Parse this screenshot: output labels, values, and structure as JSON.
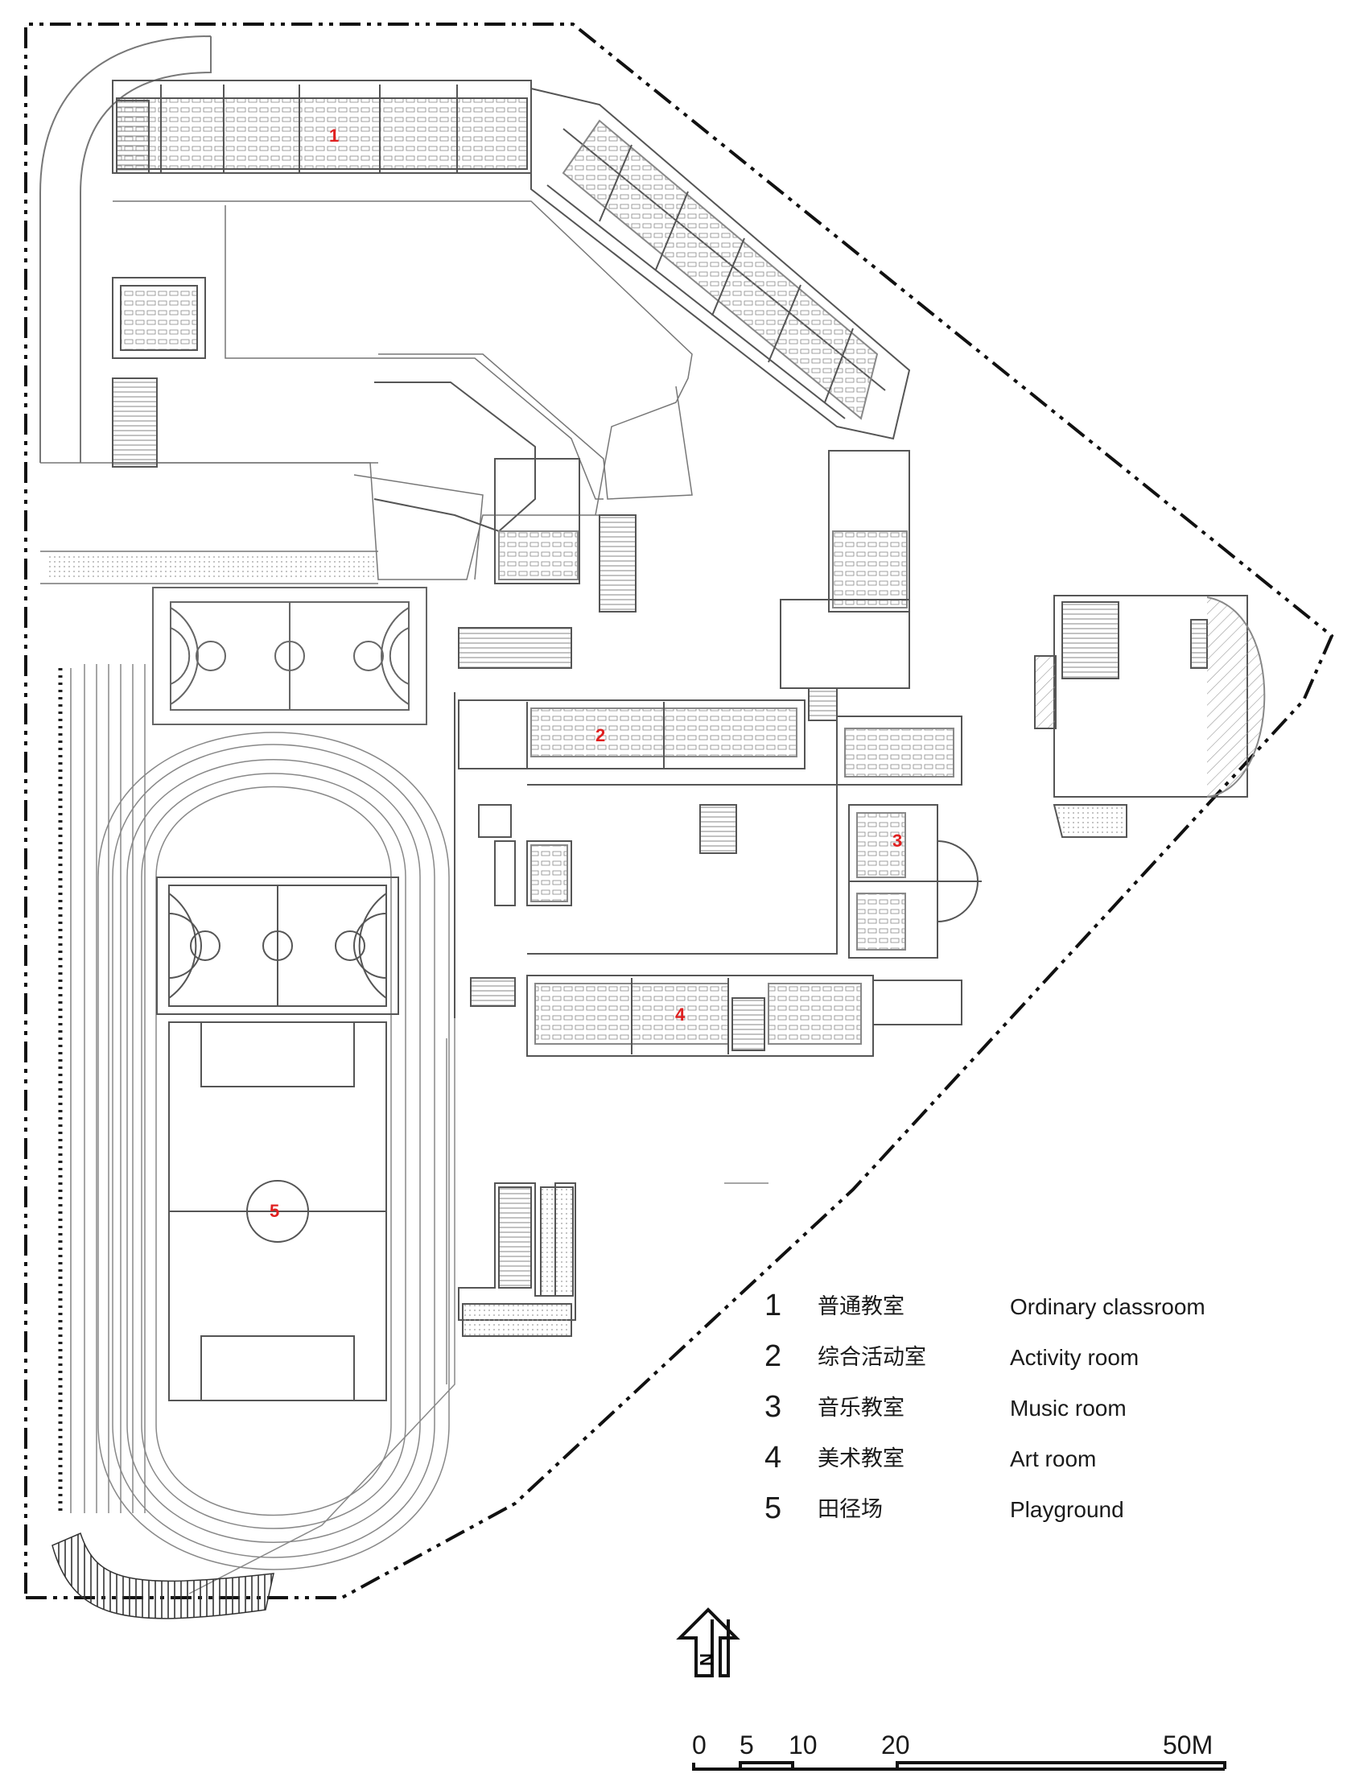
{
  "room_markers": [
    "1",
    "2",
    "3",
    "4",
    "5"
  ],
  "legend": [
    {
      "num": "1",
      "cn": "普通教室",
      "en": "Ordinary classroom"
    },
    {
      "num": "2",
      "cn": "综合活动室",
      "en": "Activity room"
    },
    {
      "num": "3",
      "cn": "音乐教室",
      "en": "Music room"
    },
    {
      "num": "4",
      "cn": "美术教室",
      "en": "Art room"
    },
    {
      "num": "5",
      "cn": "田径场",
      "en": "Playground"
    }
  ],
  "north_letter": "N",
  "scale_bar": {
    "labels": [
      "0",
      "5",
      "10",
      "20",
      "50M"
    ]
  },
  "colors": {
    "line": "#555555",
    "dark": "#111111",
    "marker": "#e02020",
    "hatch": "#bbbbbb"
  }
}
